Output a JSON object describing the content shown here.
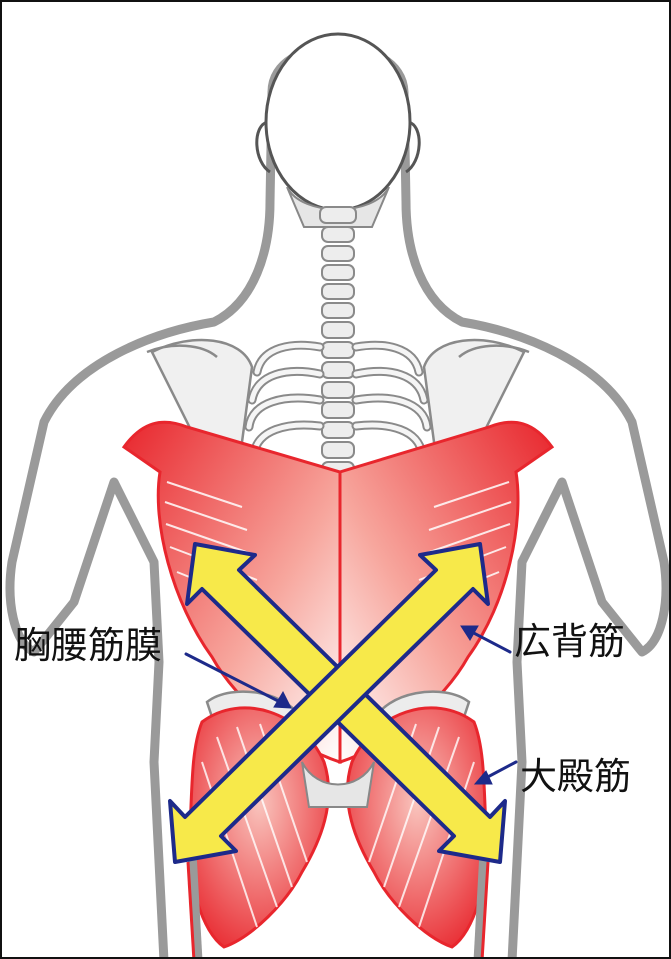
{
  "labels": {
    "thoracolumbar_fascia": "胸腰筋膜",
    "latissimus_dorsi": "広背筋",
    "gluteus_maximus": "大殿筋"
  },
  "colors": {
    "muscle_red": "#e8262d",
    "muscle_fill": "#f26a5e",
    "arrow_fill": "#f7e94a",
    "arrow_outline": "#1d2a8a",
    "pointer": "#1d2a8a",
    "body_outline": "#9a9a9a",
    "skeleton": "#d9d9d9"
  },
  "icons": [
    "cross-arrows-icon",
    "pointer-arrow-icon"
  ]
}
